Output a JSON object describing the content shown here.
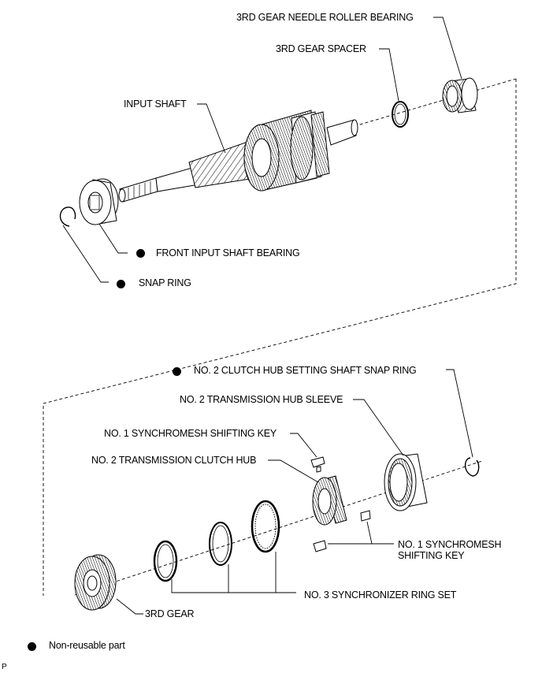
{
  "labels": {
    "needle_bearing": "3RD GEAR NEEDLE ROLLER BEARING",
    "spacer": "3RD GEAR SPACER",
    "input_shaft": "INPUT SHAFT",
    "front_bearing": "FRONT INPUT SHAFT BEARING",
    "snap_ring": "SNAP RING",
    "hub_snap_ring": "NO. 2 CLUTCH HUB SETTING SHAFT SNAP RING",
    "hub_sleeve": "NO. 2 TRANSMISSION HUB SLEEVE",
    "shifting_key_top": "NO. 1 SYNCHROMESH SHIFTING KEY",
    "clutch_hub": "NO. 2 TRANSMISSION CLUTCH HUB",
    "shifting_key_bottom_line1": "NO. 1 SYNCHROMESH",
    "shifting_key_bottom_line2": "SHIFTING KEY",
    "synchronizer_ring": "NO. 3 SYNCHRONIZER RING SET",
    "third_gear": "3RD GEAR"
  },
  "legend": {
    "text": "Non-reusable part",
    "symbol": "filled-circle"
  },
  "corner_mark": "P",
  "colors": {
    "ink": "#000000",
    "background": "#ffffff"
  }
}
